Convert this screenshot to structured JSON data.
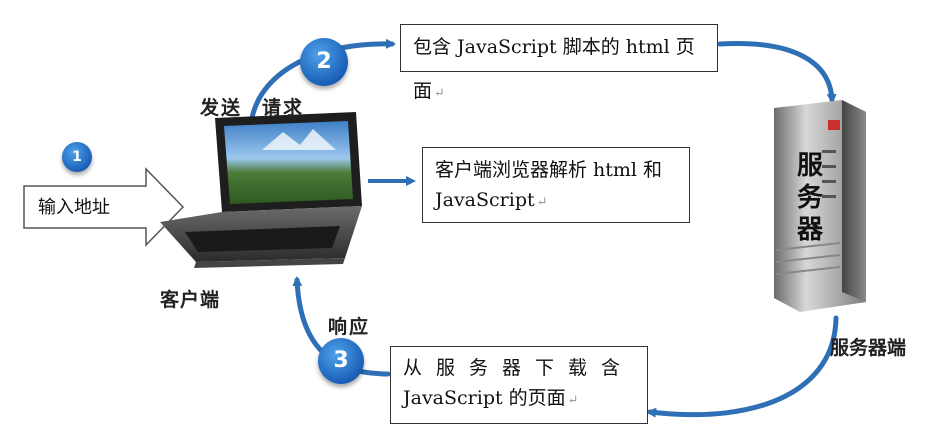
{
  "steps": {
    "one": "1",
    "two": "2",
    "three": "3"
  },
  "input_arrow": {
    "label": "输入地址"
  },
  "send_request": {
    "send": "发送",
    "request": "请求"
  },
  "client_label": "客户端",
  "response_label": "响应",
  "server_label": "服务器端",
  "server_text": {
    "c1": "服",
    "c2": "务",
    "c3": "器"
  },
  "box_top": {
    "text": "包含 JavaScript 脚本的 html 页面"
  },
  "box_middle": {
    "line1": "客户端浏览器解析 html 和",
    "line2": "JavaScript"
  },
  "box_bottom": {
    "line1": "从服务器下载含",
    "line2": "JavaScript 的页面"
  },
  "colors": {
    "accent": "#1a5fb8",
    "arrow": "#2e6fb6"
  }
}
